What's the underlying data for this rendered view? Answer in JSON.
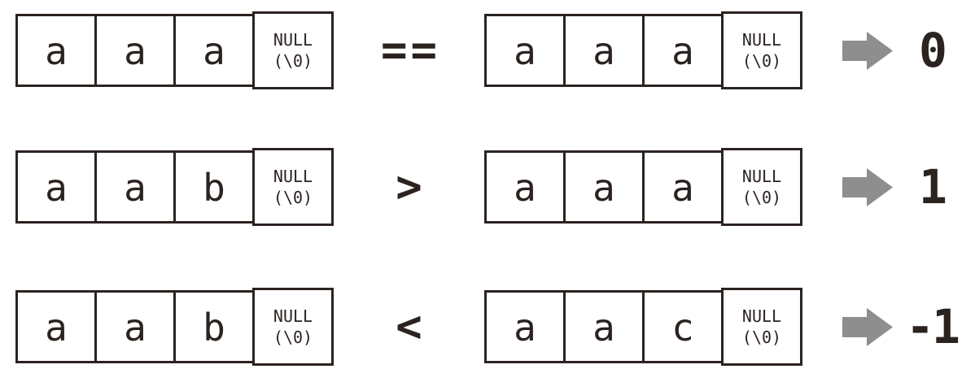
{
  "diagram": {
    "colors": {
      "ink": "#2b2320",
      "arrow_gray": "#8e8e8e",
      "background": "#ffffff"
    },
    "icons": {
      "result_arrow": "right-block-arrow"
    },
    "null_cell": {
      "line1": "NULL",
      "line2": "(\\0)"
    },
    "rows": [
      {
        "left": [
          "a",
          "a",
          "a"
        ],
        "operator": "==",
        "right": [
          "a",
          "a",
          "a"
        ],
        "result": "0"
      },
      {
        "left": [
          "a",
          "a",
          "b"
        ],
        "operator": ">",
        "right": [
          "a",
          "a",
          "a"
        ],
        "result": "1"
      },
      {
        "left": [
          "a",
          "a",
          "b"
        ],
        "operator": "<",
        "right": [
          "a",
          "a",
          "c"
        ],
        "result": "-1"
      }
    ]
  }
}
